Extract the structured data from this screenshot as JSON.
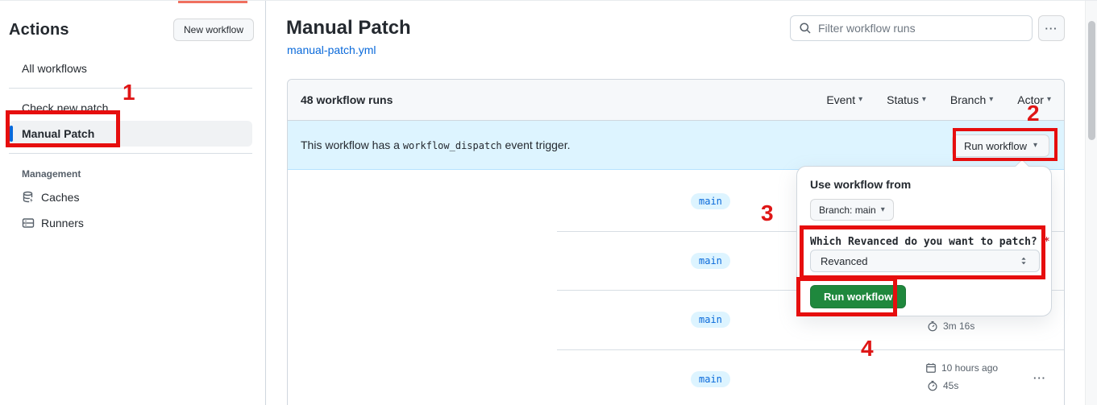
{
  "icons": {
    "chevron_down": "▾",
    "kebab": "···"
  },
  "annotations": {
    "steps": {
      "one": "1",
      "two": "2",
      "three": "3",
      "four": "4"
    },
    "box_color": "#e60e0e",
    "top_accent_color": "#f0705f"
  },
  "sidebar": {
    "title": "Actions",
    "new_workflow_label": "New workflow",
    "items": [
      {
        "label": "All workflows",
        "selected": false
      },
      {
        "label": "Check new patch",
        "selected": false
      },
      {
        "label": "Manual Patch",
        "selected": true
      }
    ],
    "management": {
      "label": "Management",
      "items": [
        {
          "label": "Caches",
          "icon": "cache-icon"
        },
        {
          "label": "Runners",
          "icon": "runners-icon"
        }
      ]
    }
  },
  "header": {
    "title": "Manual Patch",
    "file_link": "manual-patch.yml",
    "filter_placeholder": "Filter workflow runs"
  },
  "runs": {
    "count_label": "48 workflow runs",
    "filters": {
      "event": "Event",
      "status": "Status",
      "branch": "Branch",
      "actor": "Actor"
    },
    "banner": {
      "text_before": "This workflow has a ",
      "code": "workflow_dispatch",
      "text_after": " event trigger.",
      "run_workflow_label": "Run workflow"
    },
    "rows": [
      {
        "branch": "main"
      },
      {
        "branch": "main"
      },
      {
        "branch": "main",
        "duration": "3m 16s"
      },
      {
        "branch": "main",
        "time_ago": "10 hours ago",
        "duration": "45s"
      }
    ]
  },
  "popover": {
    "title": "Use workflow from",
    "branch_button_label": "Branch: main",
    "input_label": "Which Revanced do you want to patch?",
    "required_marker": "*",
    "select_value": "Revanced",
    "run_button_label": "Run workflow"
  },
  "colors": {
    "accent_blue": "#0969da",
    "banner_bg": "#ddf4ff",
    "green_button": "#1f883d",
    "selected_marker": "#0969da"
  }
}
